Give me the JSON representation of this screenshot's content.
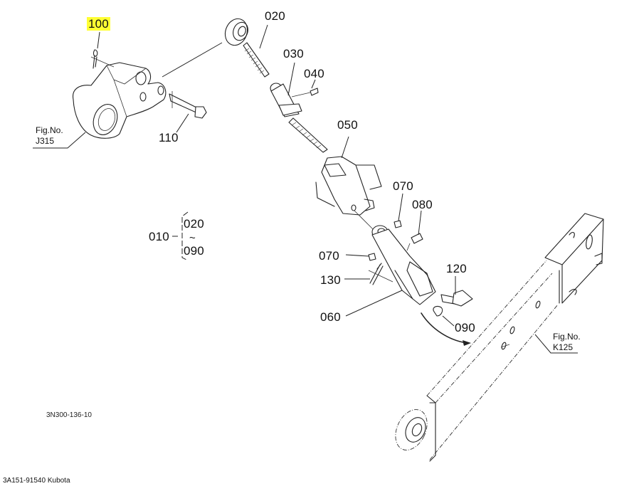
{
  "diagram": {
    "title": "Top link / lift rod assembly parts diagram",
    "highlight_color": "#ffff33",
    "part_labels": [
      {
        "id": "100",
        "highlighted": true
      },
      {
        "id": "020"
      },
      {
        "id": "030"
      },
      {
        "id": "040"
      },
      {
        "id": "050"
      },
      {
        "id": "110"
      },
      {
        "id": "070"
      },
      {
        "id": "080"
      },
      {
        "id": "070"
      },
      {
        "id": "130"
      },
      {
        "id": "120"
      },
      {
        "id": "060"
      },
      {
        "id": "090"
      }
    ],
    "figure_refs": [
      {
        "label": "Fig.No.",
        "number": "J315"
      },
      {
        "label": "Fig.No.",
        "number": "K125"
      }
    ],
    "assembly_group": {
      "parent": "010",
      "range_start": "020",
      "range_symbol": "~",
      "range_end": "090"
    },
    "drawing_code": "3N300-136-10"
  },
  "footer": {
    "caption": "3A151-91540 Kubota"
  }
}
